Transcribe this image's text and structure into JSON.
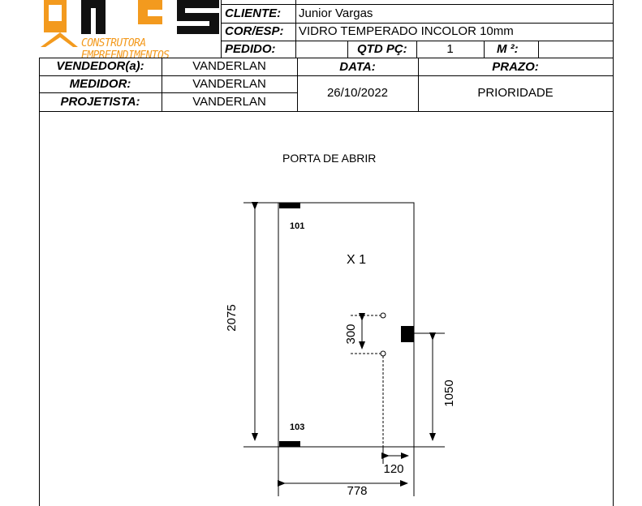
{
  "logo": {
    "tagline": "CONSTRUTORA EMPREENDIMENTOS",
    "colors": {
      "orange": "#f39a1e",
      "dark": "#111111"
    }
  },
  "header": {
    "cliente_label": "CLIENTE:",
    "cliente_value": "Junior Vargas",
    "cor_label": "COR/ESP:",
    "cor_value": "VIDRO TEMPERADO INCOLOR 10mm",
    "pedido_label": "PEDIDO:",
    "qtd_label": "QTD PÇ:",
    "qtd_value": "1",
    "m2_label": "M ²:",
    "vendedor_label": "VENDEDOR(a):",
    "vendedor_value": "VANDERLAN",
    "medidor_label": "MEDIDOR:",
    "medidor_value": "VANDERLAN",
    "projetista_label": "PROJETISTA:",
    "projetista_value": "VANDERLAN",
    "data_label": "DATA:",
    "data_value": "26/10/2022",
    "prazo_label": "PRAZO:",
    "prazo_value": "PRIORIDADE"
  },
  "drawing": {
    "title": "PORTA DE ABRIR",
    "hardware_top": "101",
    "hardware_bottom": "103",
    "multiplier": "X 1",
    "dim_height": "2075",
    "dim_width": "778",
    "dim_holes": "300",
    "dim_handle_height": "1050",
    "dim_hole_offset": "120"
  }
}
